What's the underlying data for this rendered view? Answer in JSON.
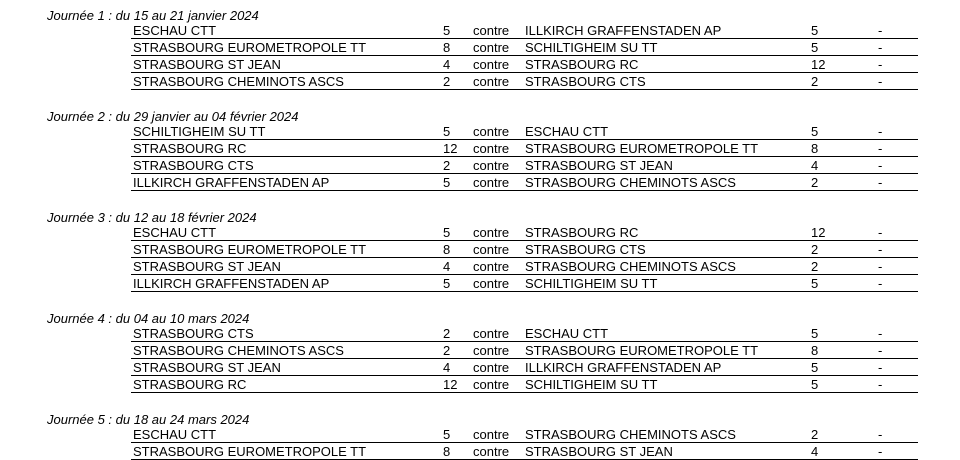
{
  "days": [
    {
      "title": "Journée 1 : du 15 au 21 janvier 2024",
      "matches": [
        {
          "home": "ESCHAU CTT",
          "home_num": "5",
          "vs": "contre",
          "away": "ILLKIRCH GRAFFENSTADEN AP",
          "away_num": "5",
          "result": "-"
        },
        {
          "home": "STRASBOURG EUROMETROPOLE TT",
          "home_num": "8",
          "vs": "contre",
          "away": "SCHILTIGHEIM SU TT",
          "away_num": "5",
          "result": "-"
        },
        {
          "home": "STRASBOURG ST JEAN",
          "home_num": "4",
          "vs": "contre",
          "away": "STRASBOURG RC",
          "away_num": "12",
          "result": "-"
        },
        {
          "home": "STRASBOURG CHEMINOTS ASCS",
          "home_num": "2",
          "vs": "contre",
          "away": "STRASBOURG CTS",
          "away_num": "2",
          "result": "-"
        }
      ]
    },
    {
      "title": "Journée 2 : du 29 janvier au 04 février 2024",
      "matches": [
        {
          "home": "SCHILTIGHEIM SU TT",
          "home_num": "5",
          "vs": "contre",
          "away": "ESCHAU CTT",
          "away_num": "5",
          "result": "-"
        },
        {
          "home": "STRASBOURG RC",
          "home_num": "12",
          "vs": "contre",
          "away": "STRASBOURG EUROMETROPOLE TT",
          "away_num": "8",
          "result": "-"
        },
        {
          "home": "STRASBOURG CTS",
          "home_num": "2",
          "vs": "contre",
          "away": "STRASBOURG ST JEAN",
          "away_num": "4",
          "result": "-"
        },
        {
          "home": "ILLKIRCH GRAFFENSTADEN AP",
          "home_num": "5",
          "vs": "contre",
          "away": "STRASBOURG CHEMINOTS ASCS",
          "away_num": "2",
          "result": "-"
        }
      ]
    },
    {
      "title": "Journée 3 : du 12 au 18 février 2024",
      "matches": [
        {
          "home": "ESCHAU CTT",
          "home_num": "5",
          "vs": "contre",
          "away": "STRASBOURG RC",
          "away_num": "12",
          "result": "-"
        },
        {
          "home": "STRASBOURG EUROMETROPOLE TT",
          "home_num": "8",
          "vs": "contre",
          "away": "STRASBOURG CTS",
          "away_num": "2",
          "result": "-"
        },
        {
          "home": "STRASBOURG ST JEAN",
          "home_num": "4",
          "vs": "contre",
          "away": "STRASBOURG CHEMINOTS ASCS",
          "away_num": "2",
          "result": "-"
        },
        {
          "home": "ILLKIRCH GRAFFENSTADEN AP",
          "home_num": "5",
          "vs": "contre",
          "away": "SCHILTIGHEIM SU TT",
          "away_num": "5",
          "result": "-"
        }
      ]
    },
    {
      "title": "Journée 4 : du 04 au 10 mars 2024",
      "matches": [
        {
          "home": "STRASBOURG CTS",
          "home_num": "2",
          "vs": "contre",
          "away": "ESCHAU CTT",
          "away_num": "5",
          "result": "-"
        },
        {
          "home": "STRASBOURG CHEMINOTS ASCS",
          "home_num": "2",
          "vs": "contre",
          "away": "STRASBOURG EUROMETROPOLE TT",
          "away_num": "8",
          "result": "-"
        },
        {
          "home": "STRASBOURG ST JEAN",
          "home_num": "4",
          "vs": "contre",
          "away": "ILLKIRCH GRAFFENSTADEN AP",
          "away_num": "5",
          "result": "-"
        },
        {
          "home": "STRASBOURG RC",
          "home_num": "12",
          "vs": "contre",
          "away": "SCHILTIGHEIM SU TT",
          "away_num": "5",
          "result": "-"
        }
      ]
    },
    {
      "title": "Journée 5 : du 18 au 24 mars 2024",
      "matches": [
        {
          "home": "ESCHAU CTT",
          "home_num": "5",
          "vs": "contre",
          "away": "STRASBOURG CHEMINOTS ASCS",
          "away_num": "2",
          "result": "-"
        },
        {
          "home": "STRASBOURG EUROMETROPOLE TT",
          "home_num": "8",
          "vs": "contre",
          "away": "STRASBOURG ST JEAN",
          "away_num": "4",
          "result": "-"
        }
      ]
    }
  ]
}
